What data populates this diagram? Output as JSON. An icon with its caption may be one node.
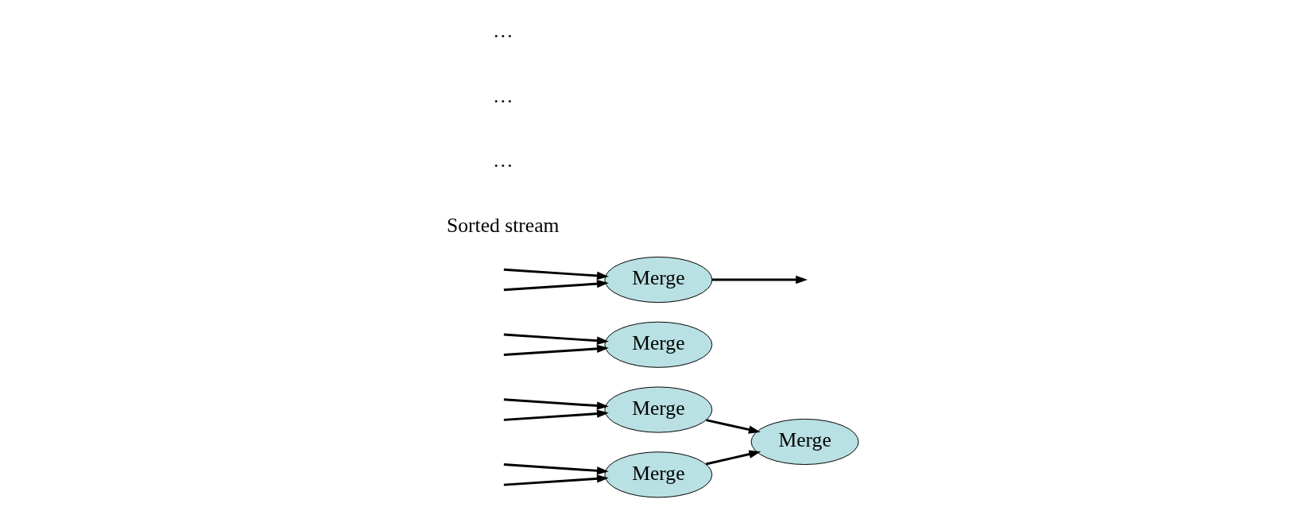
{
  "diagram": {
    "nodes": [
      {
        "text": [
          "Merge"
        ]
      },
      {
        "text": [
          "Merge"
        ]
      },
      {
        "text": [
          "Merge"
        ]
      },
      {
        "text": [
          "Merge"
        ]
      },
      {
        "text": [
          "Merge"
        ]
      }
    ],
    "edges": [
      {
        "from": null,
        "to": 0,
        "arrow": "to"
      },
      {
        "from": null,
        "to": 0,
        "arrow": "to"
      },
      {
        "from": 0,
        "to": 1,
        "arrow": "to"
      },
      {
        "from": null,
        "to": 2,
        "arrow": "to"
      },
      {
        "from": null,
        "to": 2,
        "arrow": "to"
      },
      {
        "from": 2,
        "to": 1,
        "arrow": "to"
      },
      {
        "from": null,
        "to": 3,
        "arrow": "to"
      },
      {
        "from": null,
        "to": 3,
        "arrow": "to"
      },
      {
        "from": null,
        "to": 4,
        "arrow": "to"
      },
      {
        "from": null,
        "to": 4,
        "arrow": "to"
      },
      {
        "from": 4,
        "to": null,
        "arrow": "to"
      }
    ],
    "labels": [
      "Sorted stream",
      "…",
      "…",
      "…"
    ]
  }
}
